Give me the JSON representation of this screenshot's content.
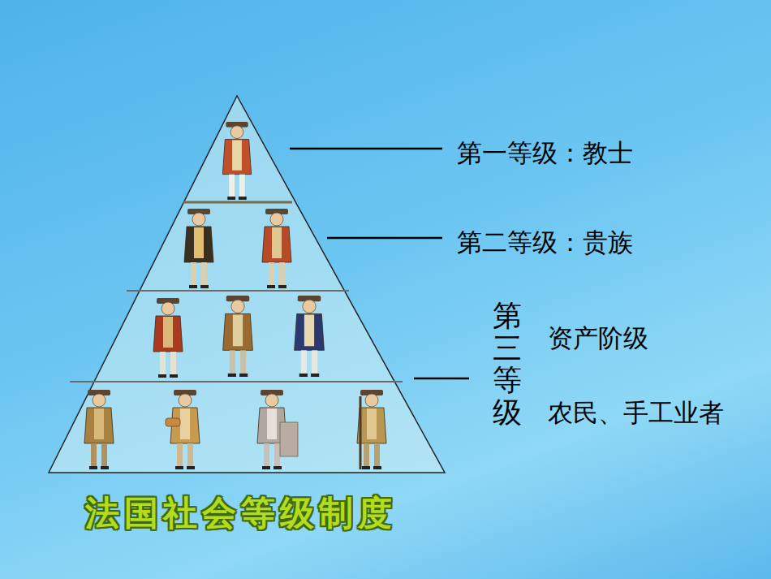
{
  "diagram": {
    "title": "法国社会等级制度",
    "labels": [
      "第一等级：教士",
      "第二等级：贵族",
      "第三等级",
      "资产阶级",
      "农民、手工业者"
    ]
  }
}
